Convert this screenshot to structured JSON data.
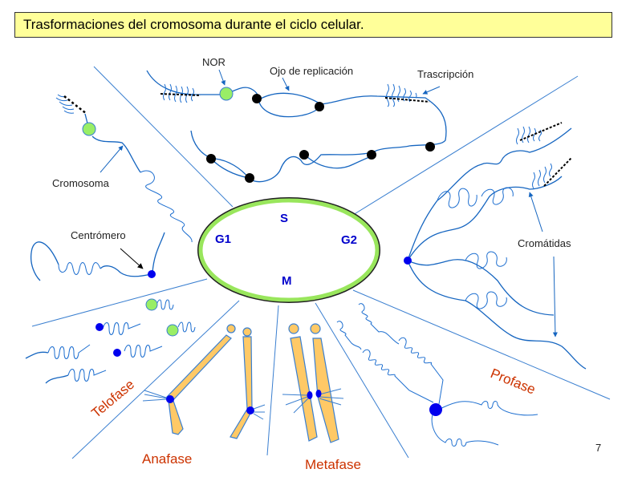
{
  "title": "Trasformaciones del cromosoma durante el ciclo celular.",
  "colors": {
    "title_bg": "#ffff99",
    "dna_line": "#1565c0",
    "cycle_ring": "#99e65c",
    "cycle_label": "#0000cc",
    "phase_label": "#cc3300",
    "chromosome_fill": "#ffc966",
    "centromere": "#0000ee",
    "nor": "#99ee66",
    "replication_fork": "#000000"
  },
  "cell_cycle": {
    "phases": [
      {
        "id": "g1",
        "label": "G1"
      },
      {
        "id": "s",
        "label": "S"
      },
      {
        "id": "g2",
        "label": "G2"
      },
      {
        "id": "m",
        "label": "M"
      }
    ]
  },
  "annotations": {
    "nor": "NOR",
    "replication_eye": "Ojo de replicación",
    "transcription": "Trascripción",
    "chromosome": "Cromosoma",
    "centromere": "Centrómero",
    "chromatids": "Cromátidas"
  },
  "mitosis_phases": {
    "telophase": "Telofase",
    "anaphase": "Anafase",
    "metaphase": "Metafase",
    "prophase": "Profase"
  },
  "page_number": "7"
}
